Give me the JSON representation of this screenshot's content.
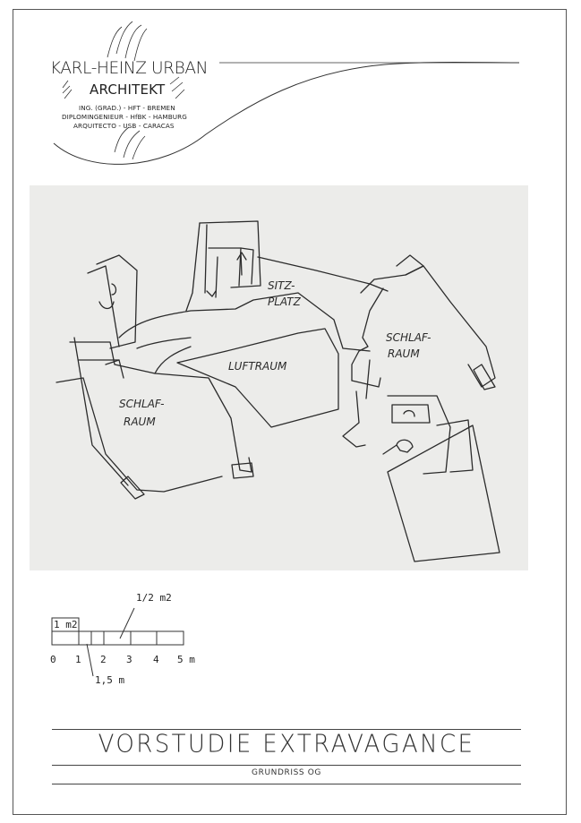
{
  "logo": {
    "name": "KARL-HEINZ URBAN",
    "title": "ARCHITEKT",
    "credentials": [
      "ING. (GRAD.) - HFT - BREMEN",
      "DIPLOMINGENIEUR - HfBK - HAMBURG",
      "ARQUITECTO - USB - CARACAS"
    ]
  },
  "plan": {
    "rooms": {
      "sitzplatz_line1": "SITZ-",
      "sitzplatz_line2": "PLATZ",
      "luftraum": "LUFTRAUM",
      "schlafraum_right_line1": "SCHLAF-",
      "schlafraum_right_line2": "RAUM",
      "schlafraum_left_line1": "SCHLAF-",
      "schlafraum_left_line2": "RAUM"
    }
  },
  "scale_bar": {
    "label_half": "1/2 m2",
    "label_one": "1 m2",
    "label_one_half": "1,5 m",
    "ticks": [
      "0",
      "1",
      "2",
      "3",
      "4",
      "5 m"
    ]
  },
  "title_block": {
    "title": "VORSTUDIE EXTRAVAGANCE",
    "subtitle": "GRUNDRISS OG"
  }
}
